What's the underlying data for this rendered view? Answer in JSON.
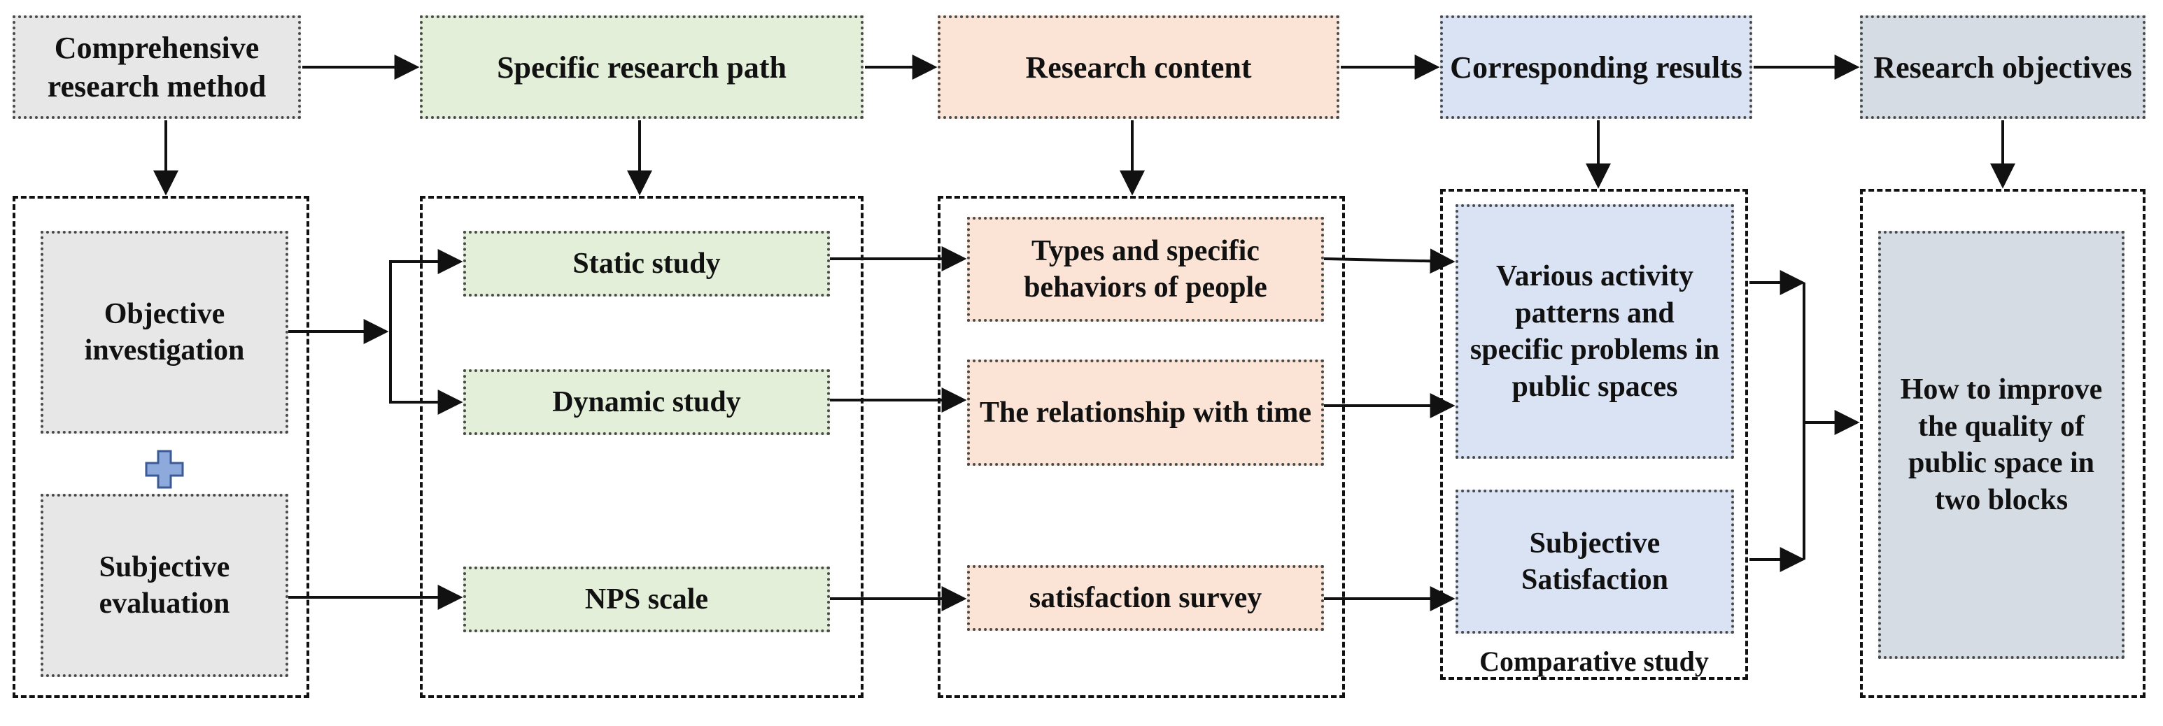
{
  "headers": {
    "method": "Comprehensive research method",
    "path": "Specific research path",
    "content": "Research content",
    "results": "Corresponding results",
    "objectives": "Research objectives"
  },
  "methods": {
    "objective": "Objective investigation",
    "subjective": "Subjective evaluation",
    "plus_icon": "plus-icon"
  },
  "paths": {
    "static": "Static study",
    "dynamic": "Dynamic study",
    "nps": "NPS scale"
  },
  "contents": {
    "types": "Types and specific behaviors of people",
    "time": "The relationship with time",
    "survey": "satisfaction survey"
  },
  "results": {
    "patterns": "Various activity patterns and specific problems in public spaces",
    "satisfaction": "Subjective Satisfaction",
    "caption": "Comparative study"
  },
  "objective_result": "How to improve the quality of public space in two blocks",
  "colors": {
    "grey": "#e7e7e7",
    "green": "#e3efd9",
    "orange": "#fbe4d5",
    "blue": "#dae3f3",
    "slate": "#d6dce4",
    "plus": "#8ea9db"
  }
}
